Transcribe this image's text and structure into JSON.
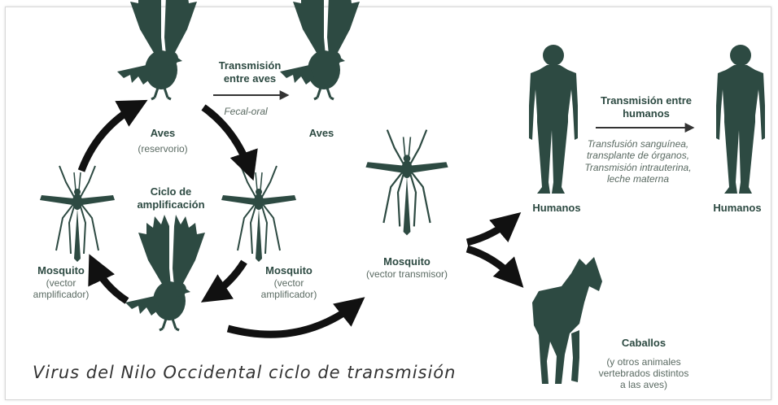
{
  "diagram": {
    "title": "Virus del Nilo Occidental ciclo de transmisión",
    "colors": {
      "silhouette": "#2d4a42",
      "arrow": "#111111",
      "label": "#2d4a42",
      "sublabel": "#5a6a62"
    },
    "bird_top_left": {
      "name": "Aves",
      "sub": "(reservorio)"
    },
    "bird_top_right": {
      "name": "Aves"
    },
    "bird_transmission": {
      "label_line1": "Transmisión",
      "label_line2": "entre aves",
      "route": "Fecal-oral"
    },
    "cycle_label": {
      "line1": "Ciclo de",
      "line2": "amplificación"
    },
    "mosquito_left": {
      "name": "Mosquito",
      "sub1": "(vector",
      "sub2": "amplificador)"
    },
    "mosquito_right": {
      "name": "Mosquito",
      "sub1": "(vector",
      "sub2": "amplificador)"
    },
    "mosquito_center": {
      "name": "Mosquito",
      "sub": "(vector transmisor)"
    },
    "human_left": {
      "name": "Humanos"
    },
    "human_right": {
      "name": "Humanos"
    },
    "human_transmission": {
      "label_line1": "Transmisión entre",
      "label_line2": "humanos",
      "route1": "Transfusión sanguínea,",
      "route2": "transplante de órganos,",
      "route3": "Transmisión intrauterina,",
      "route4": "leche materna"
    },
    "horse": {
      "name": "Caballos",
      "sub1": "(y otros animales",
      "sub2": "vertebrados distintos",
      "sub3": "a las aves)"
    }
  }
}
